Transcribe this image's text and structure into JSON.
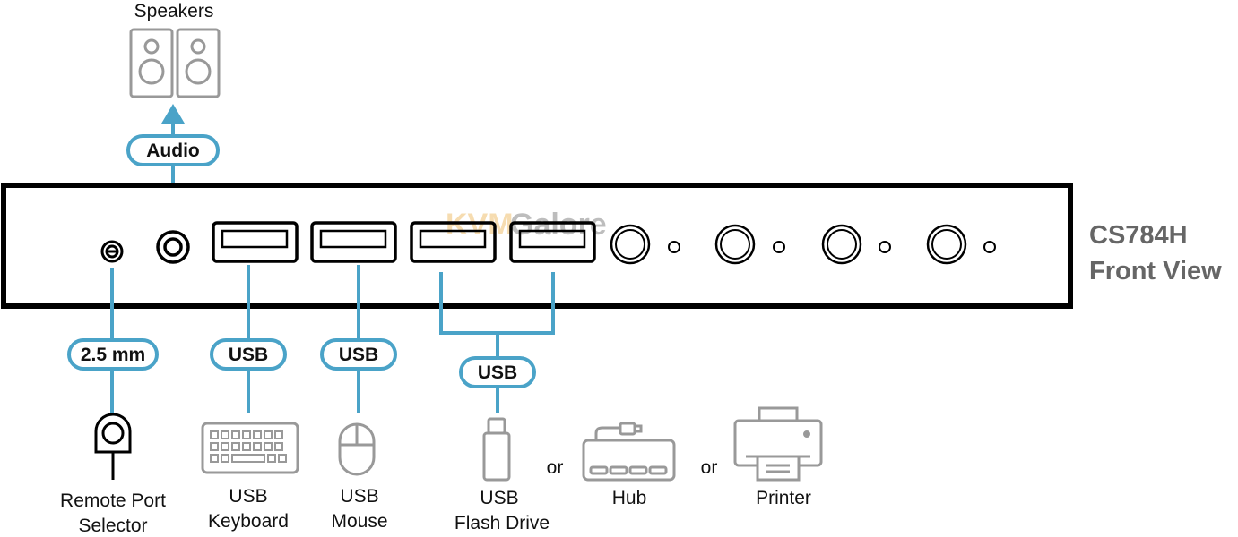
{
  "device": {
    "model": "CS784H",
    "view": "Front View"
  },
  "watermark": {
    "part1": "KVM",
    "part2": "Galore",
    "color1": "#f0c070",
    "color2": "#888888"
  },
  "colors": {
    "connector_line": "#4aa3c8",
    "device_outline": "#000000",
    "peripheral_icon": "#999999",
    "title": "#666666"
  },
  "connections": {
    "audio": {
      "cable_label": "Audio",
      "device_label": "Speakers",
      "icon": "speakers-icon"
    },
    "remote": {
      "cable_label": "2.5 mm",
      "device_label_line1": "Remote Port",
      "device_label_line2": "Selector",
      "icon": "remote-port-selector-icon"
    },
    "keyboard": {
      "cable_label": "USB",
      "device_label_line1": "USB",
      "device_label_line2": "Keyboard",
      "icon": "keyboard-icon"
    },
    "mouse": {
      "cable_label": "USB",
      "device_label_line1": "USB",
      "device_label_line2": "Mouse",
      "icon": "mouse-icon"
    },
    "usb_peripherals": {
      "cable_label": "USB",
      "flash_line1": "USB",
      "flash_line2": "Flash Drive",
      "or1": "or",
      "hub": "Hub",
      "or2": "or",
      "printer": "Printer"
    }
  }
}
